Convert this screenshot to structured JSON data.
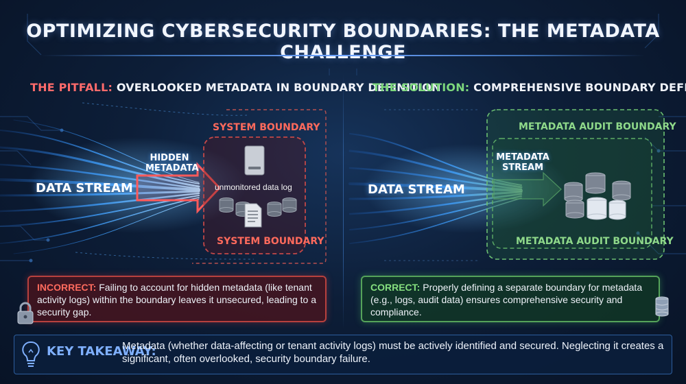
{
  "title": "OPTIMIZING CYBERSECURITY BOUNDARIES: THE METADATA CHALLENGE",
  "left_panel": {
    "heading_tag": "THE PITFALL:",
    "heading_text": " OVERLOOKED METADATA IN BOUNDARY DEFINITION",
    "stream_label": "DATA STREAM",
    "hidden_metadata_label": "HIDDEN\nMETADATA",
    "boundary_label_top": "SYSTEM BOUNDARY",
    "boundary_label_bottom": "SYSTEM BOUNDARY",
    "log_label": "unmonitored data log",
    "callout_lead": "INCORRECT:",
    "callout_text": " Failing to account for hidden metadata (like tenant activity logs) within the boundary leaves it unsecured, leading to a security gap."
  },
  "right_panel": {
    "heading_tag": "THE SOLUTION:",
    "heading_text": " COMPREHENSIVE BOUNDARY DEFINITION",
    "stream_label": "DATA STREAM",
    "metadata_stream_label": "METADATA\nSTREAM",
    "boundary_label_top": "METADATA AUDIT BOUNDARY",
    "boundary_label_bottom": "METADATA AUDIT BOUNDARY",
    "callout_lead": "CORRECT:",
    "callout_text": " Properly defining a separate boundary for metadata (e.g., logs, audit data) ensures comprehensive security and compliance."
  },
  "takeaway": {
    "label": "KEY TAKEAWAY:",
    "text": "Metadata (whether data-affecting or tenant activity logs) must be actively identified and secured. Neglecting it creates a significant, often overlooked, security boundary failure."
  },
  "icons": {
    "lock": "lock-icon",
    "database": "database-icon",
    "lightbulb": "lightbulb-icon",
    "document": "document-icon",
    "server": "server-icon",
    "arrow": "arrow-right-icon"
  },
  "colors": {
    "background": "#0a1628",
    "pitfall": "#ff6b6b",
    "solution": "#7dd87d",
    "stream": "#4aa8ff",
    "takeaway_label": "#7fb0ff"
  }
}
